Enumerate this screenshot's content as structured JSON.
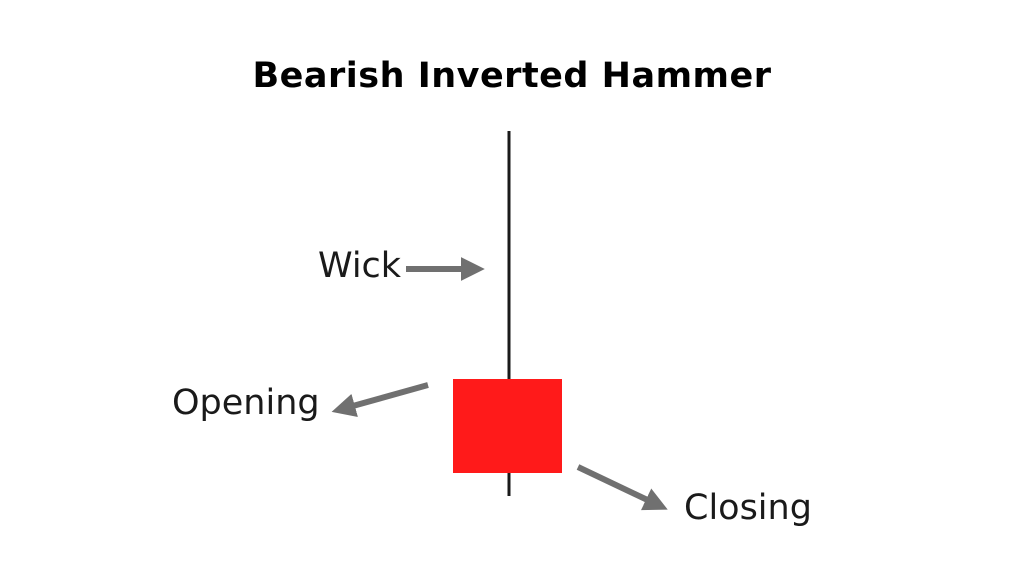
{
  "title": "Bearish Inverted Hammer",
  "labels": {
    "wick": "Wick",
    "opening": "Opening",
    "closing": "Closing"
  },
  "colors": {
    "candle_body": "#ff1a1a",
    "wick": "#1a1a1a",
    "arrow": "#707070",
    "text": "#000000"
  }
}
